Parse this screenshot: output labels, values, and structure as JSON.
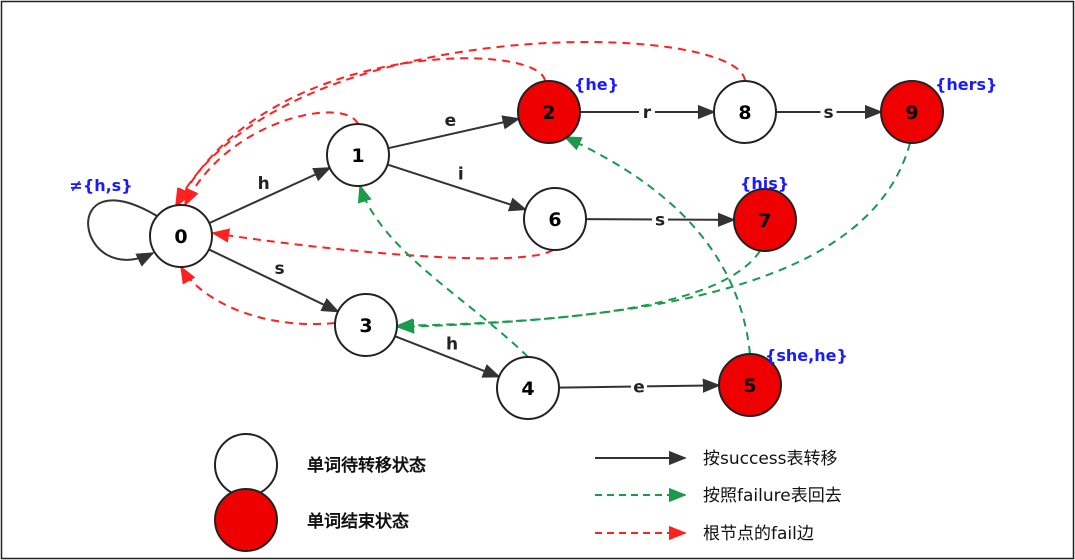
{
  "nodes": [
    {
      "id": "0",
      "label": "0",
      "final": false
    },
    {
      "id": "1",
      "label": "1",
      "final": false
    },
    {
      "id": "2",
      "label": "2",
      "final": true,
      "output": "{he}"
    },
    {
      "id": "3",
      "label": "3",
      "final": false
    },
    {
      "id": "4",
      "label": "4",
      "final": false
    },
    {
      "id": "5",
      "label": "5",
      "final": true,
      "output": "{she,he}"
    },
    {
      "id": "6",
      "label": "6",
      "final": false
    },
    {
      "id": "7",
      "label": "7",
      "final": true,
      "output": "{his}"
    },
    {
      "id": "8",
      "label": "8",
      "final": false
    },
    {
      "id": "9",
      "label": "9",
      "final": true,
      "output": "{hers}"
    }
  ],
  "success_edges": [
    {
      "from": "0",
      "to": "1",
      "label": "h"
    },
    {
      "from": "0",
      "to": "3",
      "label": "s"
    },
    {
      "from": "1",
      "to": "2",
      "label": "e"
    },
    {
      "from": "1",
      "to": "6",
      "label": "i"
    },
    {
      "from": "2",
      "to": "8",
      "label": "r"
    },
    {
      "from": "8",
      "to": "9",
      "label": "s"
    },
    {
      "from": "6",
      "to": "7",
      "label": "s"
    },
    {
      "from": "3",
      "to": "4",
      "label": "h"
    },
    {
      "from": "4",
      "to": "5",
      "label": "e"
    }
  ],
  "self_loop": {
    "node": "0",
    "label": "≠{h,s}"
  },
  "failure_edges": [
    {
      "from": "4",
      "to": "1"
    },
    {
      "from": "5",
      "to": "2"
    },
    {
      "from": "7",
      "to": "3"
    },
    {
      "from": "9",
      "to": "3"
    }
  ],
  "root_fail_edges": [
    {
      "from": "1",
      "to": "0"
    },
    {
      "from": "2",
      "to": "0"
    },
    {
      "from": "8",
      "to": "0"
    },
    {
      "from": "6",
      "to": "0"
    },
    {
      "from": "3",
      "to": "0"
    }
  ],
  "legend": {
    "non_final_state": "单词待转移状态",
    "final_state": "单词结束状态",
    "success_transition": "按success表转移",
    "failure_return": "按照failure表回去",
    "root_fail_edge": "根节点的fail边"
  },
  "colors": {
    "final_fill": "#ee0000",
    "node_fill": "#ffffff",
    "success_edge": "#333333",
    "failure_edge": "#1a9a4a",
    "root_fail_edge": "#ff2020",
    "output_text": "#1a1aff"
  }
}
